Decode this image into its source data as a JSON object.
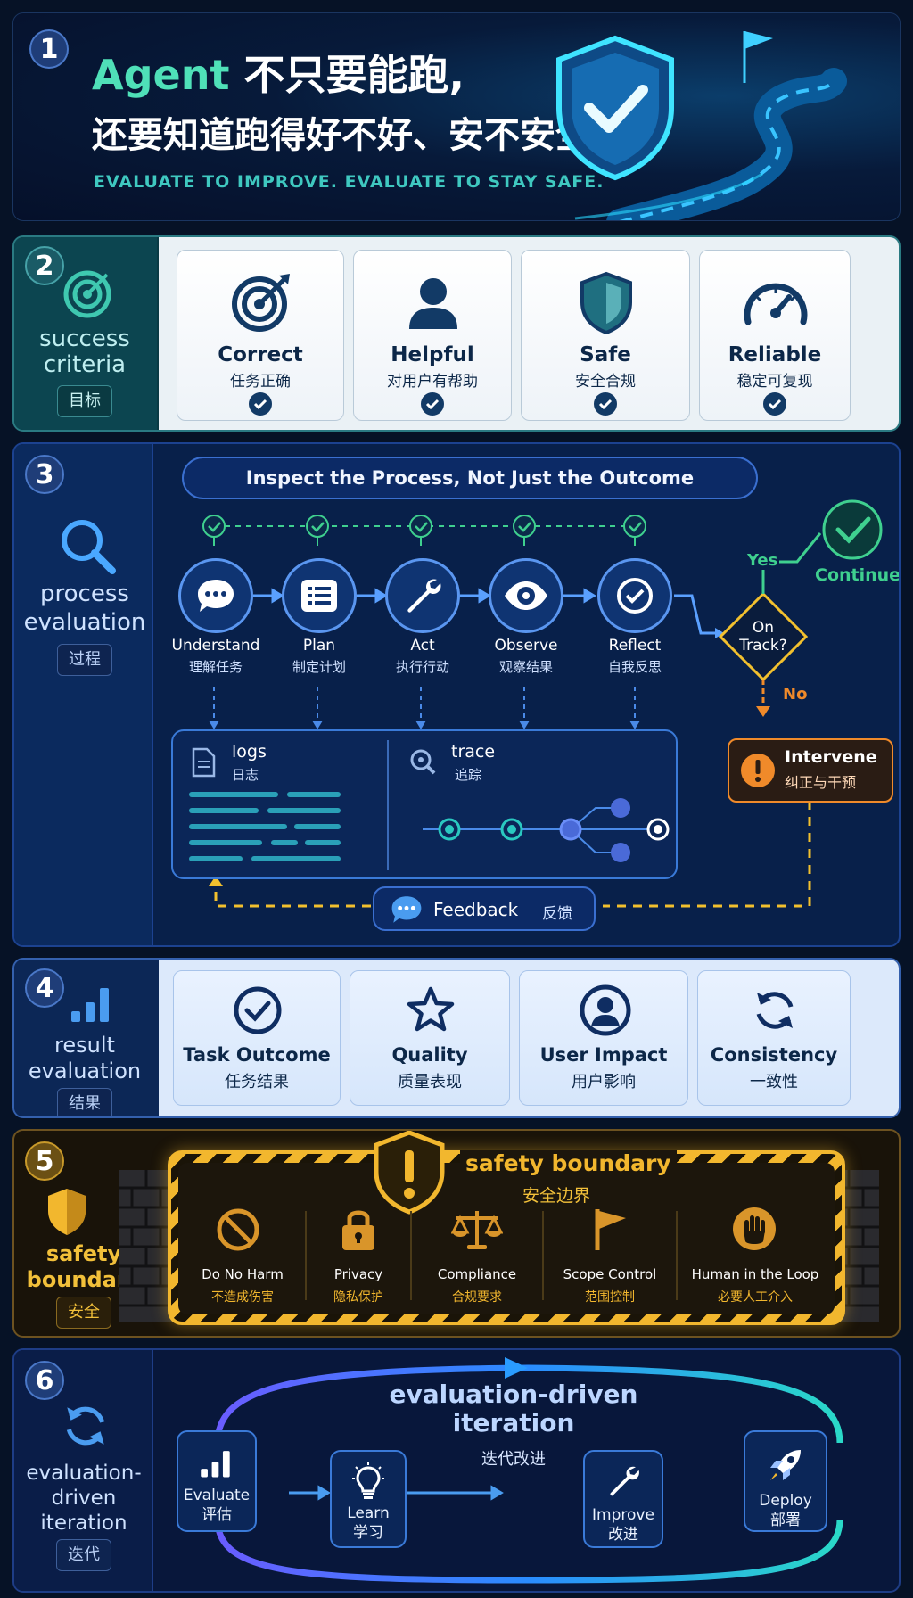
{
  "header": {
    "number": "1",
    "title_line1_accent": "Agent",
    "title_line1_rest": " 不只要能跑,",
    "title_line2": "还要知道跑得好不好、安不安全",
    "subtitle": "EVALUATE TO IMPROVE. EVALUATE TO STAY SAFE."
  },
  "success_criteria": {
    "number": "2",
    "label": "success criteria",
    "chip": "目标",
    "cards": [
      {
        "title": "Correct",
        "caption": "任务正确",
        "icon": "target-icon"
      },
      {
        "title": "Helpful",
        "caption": "对用户有帮助",
        "icon": "user-icon"
      },
      {
        "title": "Safe",
        "caption": "安全合规",
        "icon": "shield-icon"
      },
      {
        "title": "Reliable",
        "caption": "稳定可复现",
        "icon": "gauge-icon"
      }
    ]
  },
  "process_evaluation": {
    "number": "3",
    "label": "process evaluation",
    "chip": "过程",
    "banner": "Inspect the Process, Not Just the Outcome",
    "steps": [
      {
        "title": "Understand",
        "caption": "理解任务",
        "icon": "chat-icon"
      },
      {
        "title": "Plan",
        "caption": "制定计划",
        "icon": "list-icon"
      },
      {
        "title": "Act",
        "caption": "执行行动",
        "icon": "wrench-icon"
      },
      {
        "title": "Observe",
        "caption": "观察结果",
        "icon": "eye-icon"
      },
      {
        "title": "Reflect",
        "caption": "自我反思",
        "icon": "check-circle-icon"
      }
    ],
    "decision": "On Track?",
    "yes": "Yes",
    "no": "No",
    "continue": "Continue",
    "intervene_title": "Intervene",
    "intervene_caption": "纠正与干预",
    "logs_title": "logs",
    "logs_caption": "日志",
    "trace_title": "trace",
    "trace_caption": "追踪",
    "feedback_title": "Feedback",
    "feedback_caption": "反馈"
  },
  "result_evaluation": {
    "number": "4",
    "label": "result evaluation",
    "chip": "结果",
    "cards": [
      {
        "title": "Task Outcome",
        "caption": "任务结果",
        "icon": "check-circle-icon"
      },
      {
        "title": "Quality",
        "caption": "质量表现",
        "icon": "star-icon"
      },
      {
        "title": "User Impact",
        "caption": "用户影响",
        "icon": "user-circle-icon"
      },
      {
        "title": "Consistency",
        "caption": "一致性",
        "icon": "refresh-icon"
      }
    ]
  },
  "safety_boundary": {
    "number": "5",
    "label": "safety boundary",
    "chip": "安全",
    "title": "safety boundary",
    "subtitle": "安全边界",
    "items": [
      {
        "title": "Do No Harm",
        "caption": "不造成伤害",
        "icon": "ban-icon"
      },
      {
        "title": "Privacy",
        "caption": "隐私保护",
        "icon": "lock-icon"
      },
      {
        "title": "Compliance",
        "caption": "合规要求",
        "icon": "scale-icon"
      },
      {
        "title": "Scope Control",
        "caption": "范围控制",
        "icon": "flag-icon"
      },
      {
        "title": "Human in the Loop",
        "caption": "必要人工介入",
        "icon": "hand-icon"
      }
    ]
  },
  "iteration": {
    "number": "6",
    "label": "evaluation-driven iteration",
    "chip": "迭代",
    "title_line1": "evaluation-driven",
    "title_line2": "iteration",
    "subtitle": "迭代改进",
    "steps": [
      {
        "title": "Evaluate",
        "caption": "评估",
        "icon": "bar-chart-icon"
      },
      {
        "title": "Learn",
        "caption": "学习",
        "icon": "lightbulb-icon"
      },
      {
        "title": "Improve",
        "caption": "改进",
        "icon": "wrench-icon"
      },
      {
        "title": "Deploy",
        "caption": "部署",
        "icon": "rocket-icon"
      }
    ]
  },
  "colors": {
    "accent_green": "#3fd08f",
    "accent_gold": "#f2b72e",
    "accent_blue": "#3f8fff",
    "warning_orange": "#f08a2a"
  }
}
